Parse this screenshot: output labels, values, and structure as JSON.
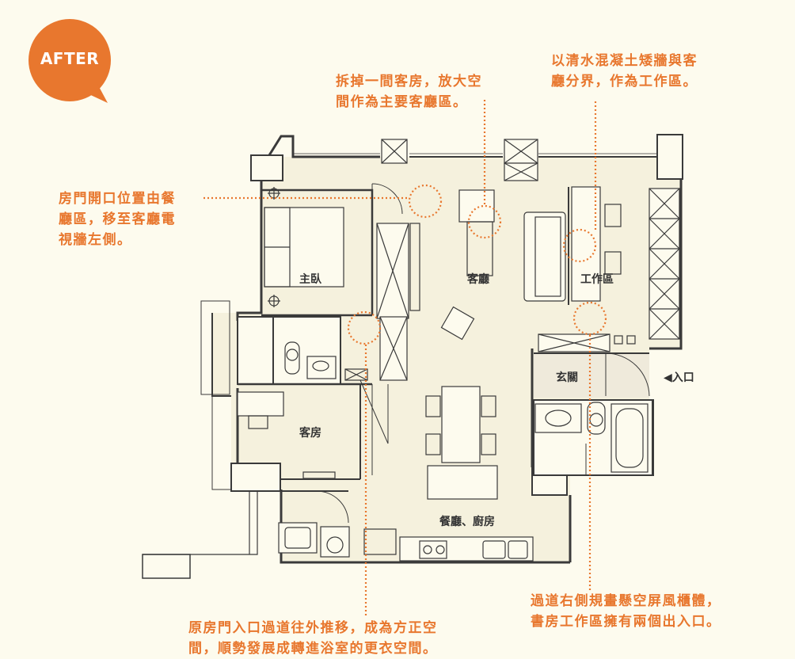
{
  "badge": {
    "text": "AFTER",
    "color": "#e8772e"
  },
  "colors": {
    "accent": "#e8772e",
    "wall": "#3a3a3a",
    "background": "#fdfbee",
    "floor": "#f5f0dc"
  },
  "annotations": {
    "top_middle": {
      "line1": "拆掉一間客房，放大空",
      "line2": "間作為主要客廳區。"
    },
    "top_right": {
      "line1": "以清水混凝土矮牆與客",
      "line2": "廳分界，作為工作區。"
    },
    "left": {
      "line1": "房門開口位置由餐",
      "line2": "廳區，移至客廳電",
      "line3": "視牆左側。"
    },
    "bottom_right": {
      "line1": "過道右側規畫懸空屏風櫃體，",
      "line2": "書房工作區擁有兩個出入口。"
    },
    "bottom_left": {
      "line1": "原房門入口過道往外推移，成為方正空",
      "line2": "間，順勢發展成轉進浴室的更衣空間。"
    }
  },
  "rooms": {
    "master_bedroom": "主臥",
    "living_room": "客廳",
    "work_area": "工作區",
    "foyer": "玄關",
    "guest_room": "客房",
    "dining_kitchen": "餐廳、廚房",
    "entrance": "入口"
  },
  "icons": {
    "entrance_arrow": "triangle-left-icon"
  }
}
